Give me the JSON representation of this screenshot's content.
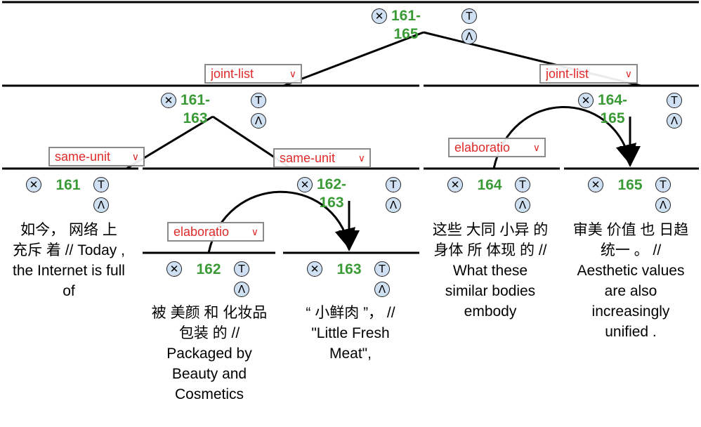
{
  "nodes": {
    "n161_165": {
      "label": "161-\n165"
    },
    "n161_163": {
      "label": "161-\n163"
    },
    "n164_165": {
      "label": "164-\n165"
    },
    "n162_163": {
      "label": "162-\n163"
    },
    "n161": {
      "label": "161"
    },
    "n162": {
      "label": "162"
    },
    "n163": {
      "label": "163"
    },
    "n164": {
      "label": "164"
    },
    "n165": {
      "label": "165"
    }
  },
  "controls": {
    "close": "ⓧ",
    "t": "T",
    "up": "Λ"
  },
  "relations": {
    "joint_list_left": "joint-list",
    "joint_list_right": "joint-list",
    "same_unit_left": "same-unit",
    "same_unit_right": "same-unit",
    "elaboration_162": "elaboratio",
    "elaboration_164": "elaboratio"
  },
  "segments": {
    "s161": "如今， 网络 上\n充斥 着 // Today ,\nthe Internet is full\nof",
    "s162": "被 美颜 和 化妆品\n包装 的 //\nPackaged by\nBeauty and\nCosmetics",
    "s163": "“ 小鲜肉 ”，  //\n\"Little Fresh\nMeat\",",
    "s164": "这些 大同 小异 的\n身体 所 体现 的 //\nWhat these\nsimilar bodies\nembody",
    "s165": "审美 价值 也 日趋\n统一 。 //\nAesthetic values\nare also\nincreasingly\nunified ."
  },
  "colors": {
    "node_id": "#3a9a36",
    "relation": "#e02a2a",
    "button_fill": "#cfe0f3"
  }
}
